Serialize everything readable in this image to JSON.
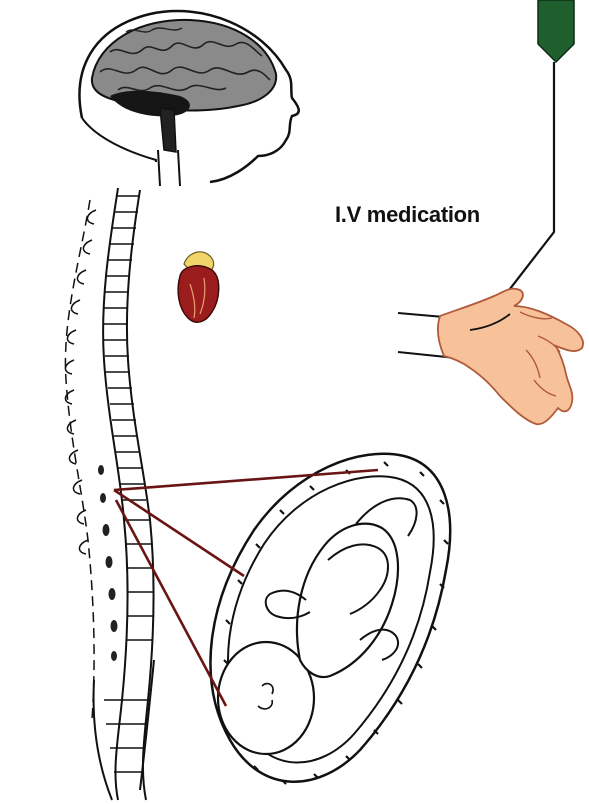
{
  "label": {
    "iv_medication": "I.V medication"
  },
  "colors": {
    "background": "#ffffff",
    "line_art": "#111111",
    "brain_fill": "#8a8a8a",
    "brain_dark": "#151515",
    "heart_red": "#9b1c1c",
    "heart_yellow": "#f1d56a",
    "hand_skin": "#f7c29a",
    "hand_outline": "#b05a3a",
    "iv_bag_green": "#1f5f2e",
    "dermatome_lines": "#6b1414",
    "vertebra_dark": "#222222"
  },
  "icons": [
    "head-brain",
    "spine",
    "heart",
    "iv-bag",
    "hand",
    "uterus-with-fetus"
  ]
}
